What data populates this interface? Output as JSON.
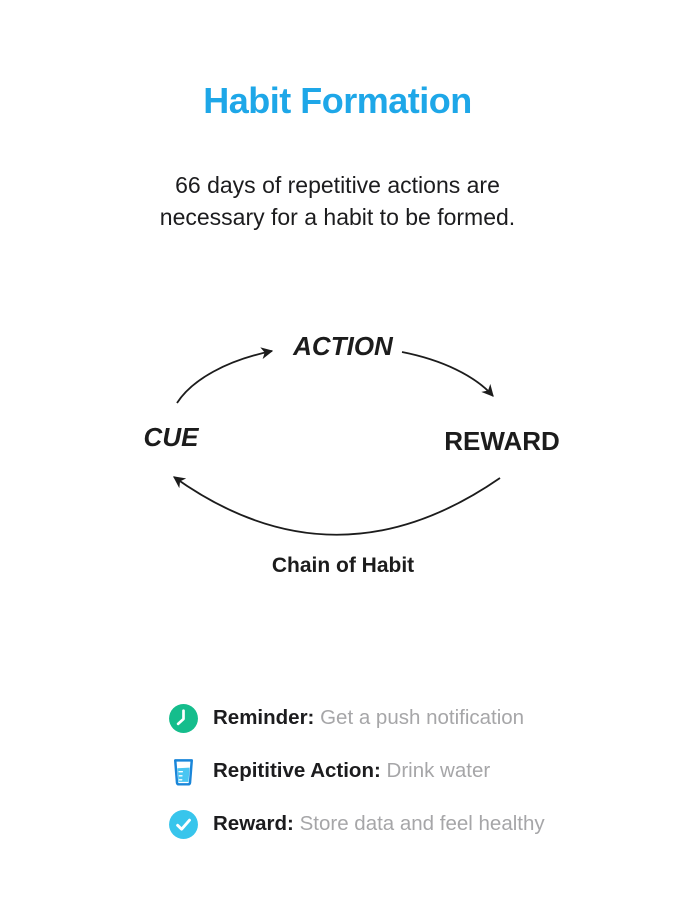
{
  "header": {
    "title": "Habit Formation",
    "subtitle_line1": "66 days of repetitive actions are",
    "subtitle_line2": "necessary for a habit to be formed."
  },
  "colors": {
    "title_blue": "#1ea7e8",
    "text_black": "#1c1c1e",
    "text_gray": "#a6a6a8",
    "diagram_ink": "#1c1c1c",
    "clock_green": "#15bd8c",
    "glass_outline_blue": "#1a86d9",
    "water_blue": "#4ac6f2",
    "check_cyan": "#38c5ec"
  },
  "diagram": {
    "node_top": "ACTION",
    "node_left": "CUE",
    "node_right": "REWARD",
    "caption": "Chain of Habit"
  },
  "legend": {
    "items": [
      {
        "icon": "clock-icon",
        "label": "Reminder:",
        "value": "Get a push notification"
      },
      {
        "icon": "water-glass-icon",
        "label": "Repititive Action:",
        "value": "Drink water"
      },
      {
        "icon": "check-circle-icon",
        "label": "Reward:",
        "value": "Store data and feel healthy"
      }
    ]
  }
}
